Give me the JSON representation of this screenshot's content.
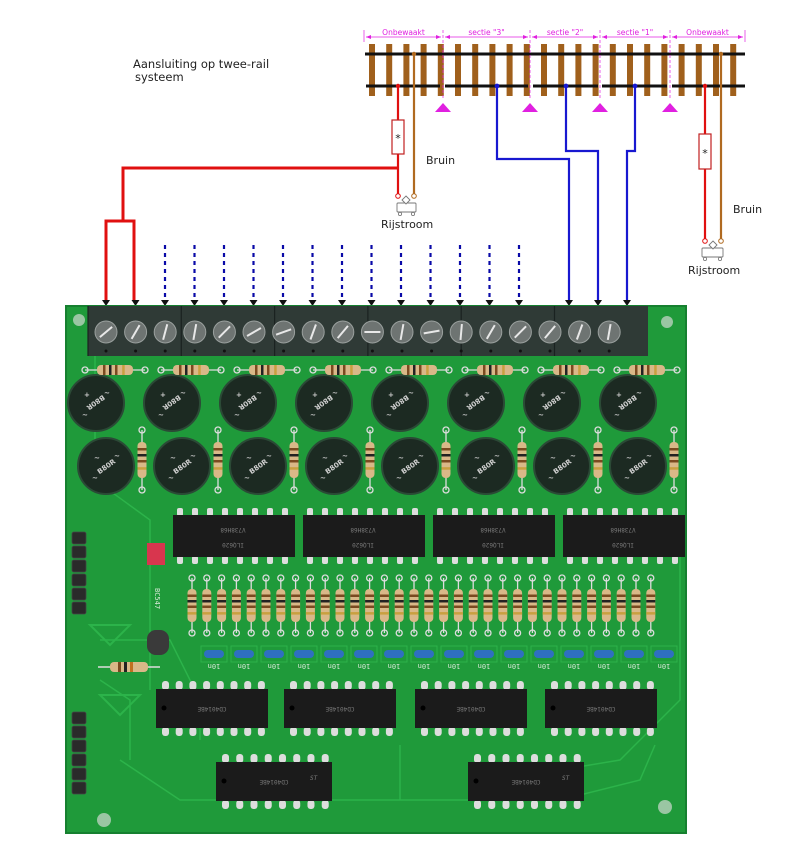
{
  "diagram": {
    "title_line1": "Aansluiting op twee-rail",
    "title_line2": "systeem",
    "sections": [
      {
        "label": "Onbewaakt",
        "type": "unguarded"
      },
      {
        "label": "sectie \"3\"",
        "type": "monitored"
      },
      {
        "label": "sectie \"2\"",
        "type": "monitored"
      },
      {
        "label": "sectie \"1\"",
        "type": "monitored"
      },
      {
        "label": "Onbewaakt",
        "type": "unguarded"
      }
    ],
    "isolation_markers": 4,
    "left_feed": {
      "wire_label": "Bruin",
      "source_label": "Rijstroom",
      "resistor_mark": "*"
    },
    "right_feed": {
      "wire_label": "Bruin",
      "source_label": "Rijstroom",
      "resistor_mark": "*"
    },
    "terminals": {
      "count": 18,
      "blocks": 6,
      "red_inputs": 2,
      "unused_dotted_inputs": 13,
      "section_inputs": 3
    },
    "colors": {
      "red_wire": "#e01010",
      "brown_wire": "#b06a20",
      "blue_wire": "#1818d0",
      "dotted_wire": "#0a0aa8",
      "section_marker": "#e020e0",
      "sleeper": "#a0601c",
      "rail": "#111111",
      "pcb": "#1f9a3a",
      "terminal_block": "#2f3a36"
    }
  },
  "pcb": {
    "bridge_label": "B80R",
    "transistor_label": "BC547",
    "optocoupler_label": "ILQ620",
    "optocoupler_code": "V738H68",
    "capacitor_label": "10n",
    "capacitor_count": 16,
    "shift_register_label": "CD4014BE",
    "driver_label": "ST",
    "header_pins": 6
  }
}
